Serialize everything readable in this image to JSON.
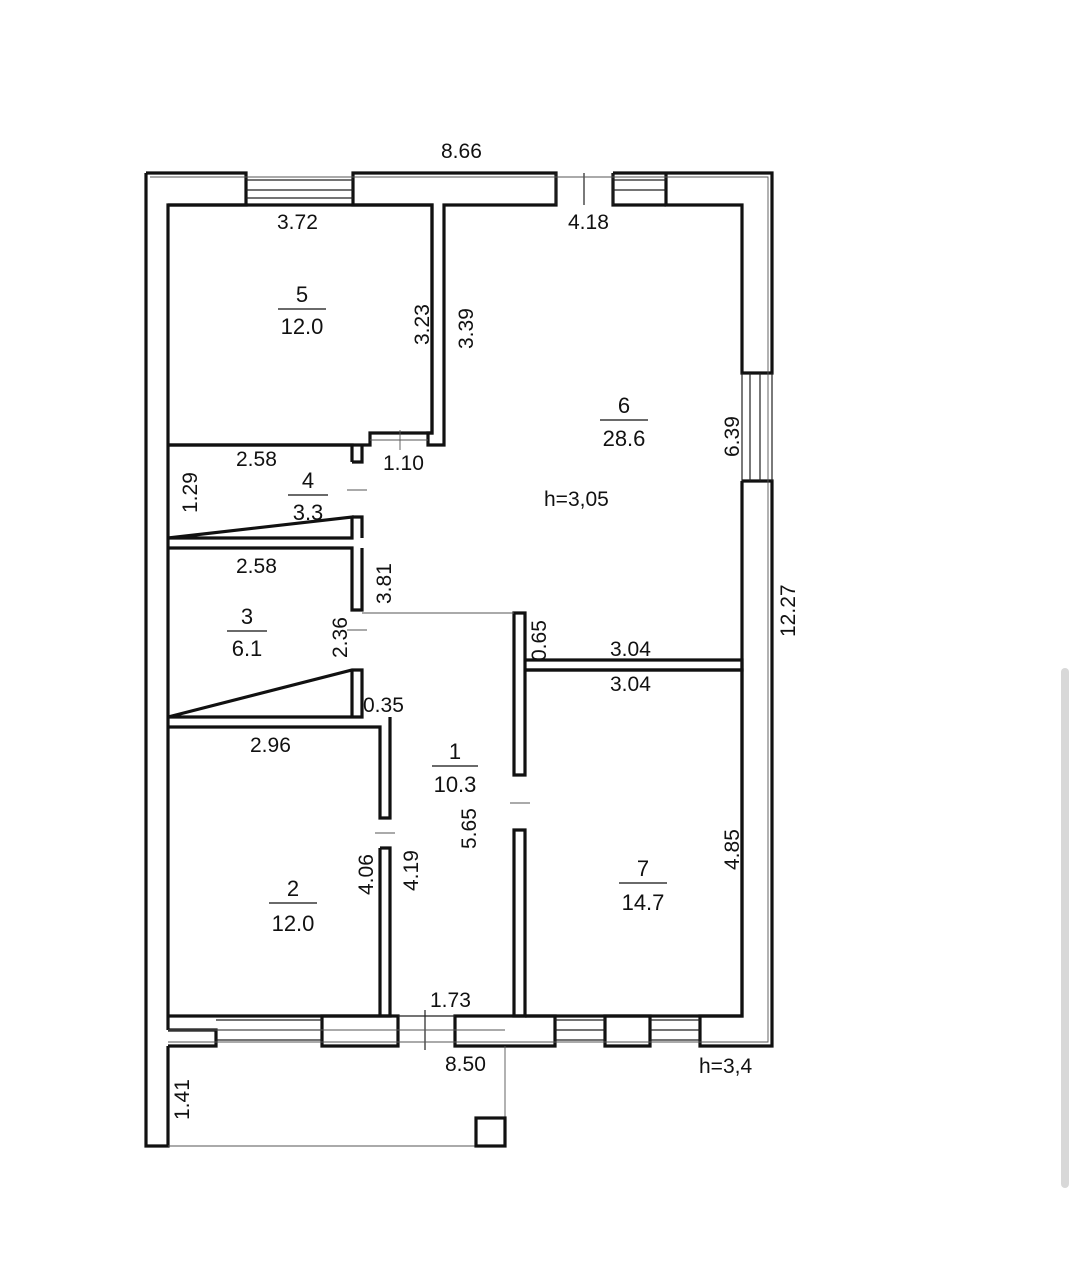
{
  "rooms": [
    {
      "id": "1",
      "number": "1",
      "area": "10.3"
    },
    {
      "id": "2",
      "number": "2",
      "area": "12.0"
    },
    {
      "id": "3",
      "number": "3",
      "area": "6.1"
    },
    {
      "id": "4",
      "number": "4",
      "area": "3.3"
    },
    {
      "id": "5",
      "number": "5",
      "area": "12.0"
    },
    {
      "id": "6",
      "number": "6",
      "area": "28.6"
    },
    {
      "id": "7",
      "number": "7",
      "area": "14.7"
    }
  ],
  "dimensions": {
    "outer_top": "8.66",
    "outer_bottom": "8.50",
    "outer_right": "12.27",
    "porch": "1.41",
    "room5_width": "3.72",
    "room5_height_a": "3.23",
    "room5_height_b": "3.39",
    "room6_width": "4.18",
    "room6_height": "6.39",
    "room4_width": "2.58",
    "room4_height": "1.29",
    "door_1_10": "1.10",
    "room3_width": "2.58",
    "room3_height": "2.36",
    "hall_3_81": "3.81",
    "wall_0_65": "0.65",
    "room6_bottom": "3.04",
    "room7_top": "3.04",
    "gap_0_35": "0.35",
    "room2_width": "2.96",
    "room2_height_a": "4.06",
    "room2_height_b": "4.19",
    "hall_length": "5.65",
    "room7_height": "4.85",
    "hall_bottom": "1.73"
  },
  "heights": {
    "interior": "h=3,05",
    "exterior": "h=3,4"
  }
}
